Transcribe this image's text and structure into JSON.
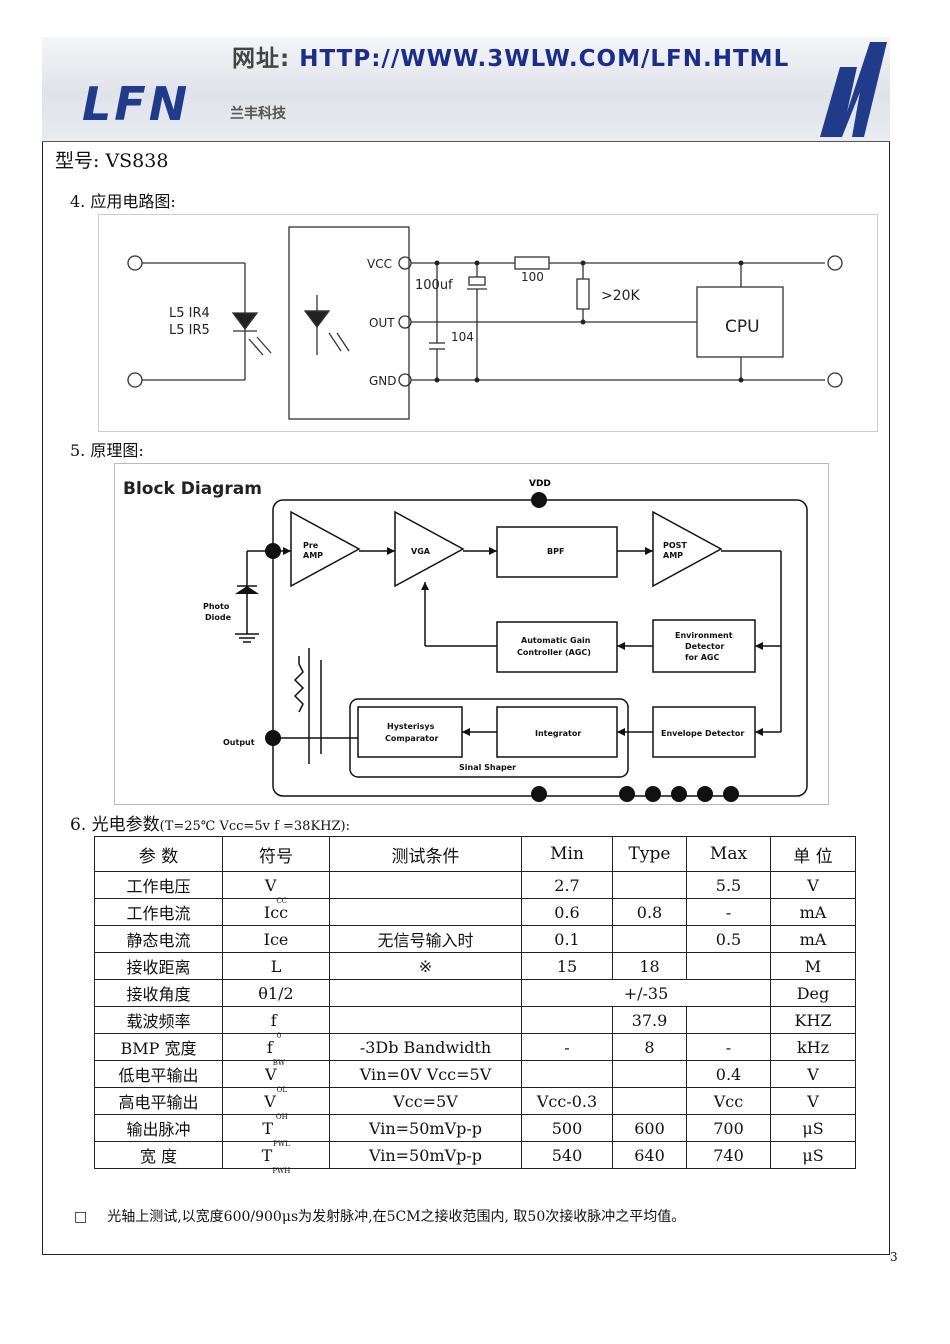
{
  "header": {
    "url_label": "网址:",
    "url": "HTTP://WWW.3WLW.COM/LFN.HTML",
    "logo": "LFN",
    "logo_sub": "兰丰科技"
  },
  "model": "型号: VS838",
  "sections": {
    "app_circuit": "4. 应用电路图:",
    "principle": "5. 原理图:",
    "params": "6. 光电参数",
    "params_cond": "(T=25℃  Vcc=5v  f =38KHZ):"
  },
  "circuit": {
    "led_label1": "L5 IR4",
    "led_label2": "L5 IR5",
    "vcc": "VCC",
    "out": "OUT",
    "gnd": "GND",
    "cap1": "100uf",
    "cap2": "104",
    "res1": "100",
    "res2": ">20K",
    "cpu": "CPU"
  },
  "block_diagram": {
    "title": "Block Diagram",
    "vdd": "VDD",
    "photo1": "Photo",
    "photo2": "Diode",
    "output": "Output",
    "pre1": "Pre",
    "pre2": "AMP",
    "vga": "VGA",
    "bpf": "BPF",
    "post1": "POST",
    "post2": "AMP",
    "agc1": "Automatic Gain",
    "agc2": "Controller (AGC)",
    "env1": "Environment",
    "env2": "Detector",
    "env3": "for AGC",
    "hys1": "Hysterisys",
    "hys2": "Comparator",
    "integrator": "Integrator",
    "envelope": "Envelope Detector",
    "shaper": "Sinal Shaper"
  },
  "table": {
    "headers": [
      "参 数",
      "符号",
      "测试条件",
      "Min",
      "Type",
      "Max",
      "单 位"
    ],
    "rows": [
      [
        "工作电压",
        "V",
        "",
        "2.7",
        "",
        "5.5",
        "V",
        "CC"
      ],
      [
        "工作电流",
        "Icc",
        "",
        "0.6",
        "0.8",
        "-",
        "mA",
        ""
      ],
      [
        "静态电流",
        "Ice",
        "无信号输入时",
        "0.1",
        "",
        "0.5",
        "mA",
        ""
      ],
      [
        "接收距离",
        "L",
        "※",
        "15",
        "18",
        "",
        "M",
        ""
      ],
      [
        "接收角度",
        "θ1/2",
        "",
        "+/-35",
        "",
        "",
        "Deg",
        ""
      ],
      [
        "载波频率",
        "f",
        "",
        "",
        "37.9",
        "",
        "KHZ",
        "0"
      ],
      [
        "BMP 宽度",
        "f",
        "-3Db Bandwidth",
        "-",
        "8",
        "-",
        "kHz",
        "BW"
      ],
      [
        "低电平输出",
        "V",
        "Vin=0V  Vcc=5V",
        "",
        "",
        "0.4",
        "V",
        "OL"
      ],
      [
        "高电平输出",
        "V",
        "Vcc=5V",
        "Vcc-0.3",
        "",
        "Vcc",
        "V",
        "OH"
      ],
      [
        "输出脉冲",
        "T",
        "Vin=50mVp-p",
        "500",
        "600",
        "700",
        "μS",
        "PWL"
      ],
      [
        "宽 度",
        "T",
        "Vin=50mVp-p",
        "540",
        "640",
        "740",
        "μS",
        "PWH"
      ]
    ]
  },
  "note": "光轴上测试,以宽度600/900μs为发射脉冲,在5CM之接收范围内, 取50次接收脉冲之平均值。",
  "page_number": "3"
}
